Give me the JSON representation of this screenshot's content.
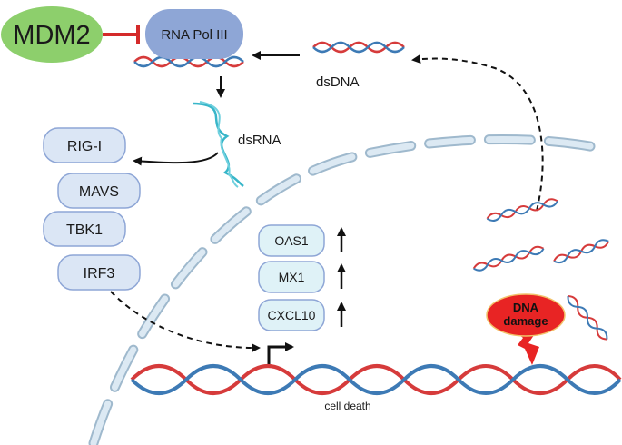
{
  "nodes": {
    "mdm2": "MDM2",
    "rna_pol": "RNA Pol III",
    "dsdna": "dsDNA",
    "dsrna": "dsRNA",
    "rig_i": "RIG-I",
    "mavs": "MAVS",
    "tbk1": "TBK1",
    "irf3": "IRF3",
    "oas1": "OAS1",
    "mx1": "MX1",
    "cxcl10": "CXCL10",
    "dna_damage_line1": "DNA",
    "dna_damage_line2": "damage",
    "cell_death": "cell death"
  },
  "colors": {
    "mdm2_fill": "#8dcf6c",
    "pol_fill": "#8ea6d6",
    "inhibit_red": "#d42a2a",
    "helix_red": "#d63b3b",
    "helix_blue": "#3d7ab5",
    "rna_cyan": "#38b6c9",
    "box_fill": "#dbe6f5",
    "box_stroke": "#8ea6d6",
    "gene_fill": "#dff2f7",
    "membrane": "#cfe0ec",
    "damage_red": "#e82424"
  }
}
